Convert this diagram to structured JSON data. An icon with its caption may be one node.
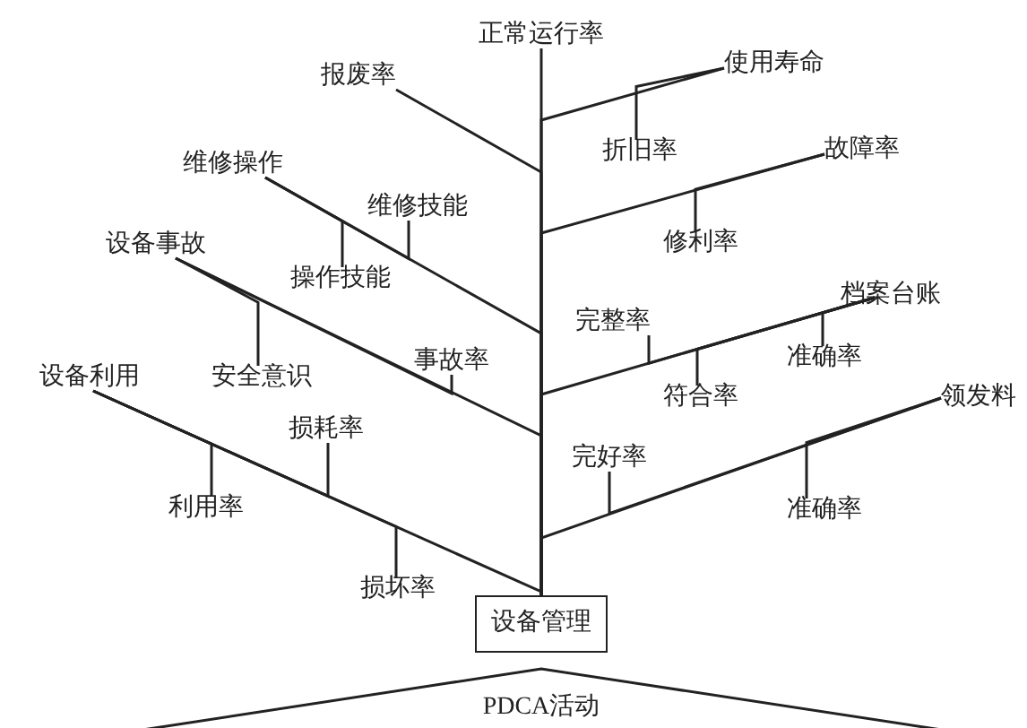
{
  "diagram": {
    "nodes": [
      {
        "text": [
          "正常运行率"
        ]
      },
      {
        "text": [
          "报废率"
        ]
      },
      {
        "text": [
          "使用寿命"
        ]
      },
      {
        "text": [
          "折旧率"
        ]
      },
      {
        "text": [
          "故障率"
        ]
      },
      {
        "text": [
          "维修操作"
        ]
      },
      {
        "text": [
          "修利率"
        ]
      },
      {
        "text": [
          "维修技能"
        ]
      },
      {
        "text": [
          "设备事故"
        ]
      },
      {
        "text": [
          "操作技能"
        ]
      },
      {
        "text": [
          "档案台账"
        ]
      },
      {
        "text": [
          "完整率"
        ]
      },
      {
        "text": [
          "准确率"
        ]
      },
      {
        "text": [
          "事故率"
        ]
      },
      {
        "text": [
          "安全意识"
        ]
      },
      {
        "text": [
          "设备利用"
        ]
      },
      {
        "text": [
          "符合率"
        ]
      },
      {
        "text": [
          "领发料"
        ]
      },
      {
        "text": [
          "损耗率"
        ]
      },
      {
        "text": [
          "完好率"
        ]
      },
      {
        "text": [
          "准确率"
        ]
      },
      {
        "text": [
          "利用率"
        ]
      },
      {
        "text": [
          "损坏率"
        ]
      },
      {
        "text": [
          "设备管理"
        ]
      }
    ],
    "edges": [
      {
        "from": 23,
        "to": 0,
        "arrow": "none"
      },
      {
        "from": 1,
        "to": 23,
        "arrow": "none"
      },
      {
        "from": 2,
        "to": 23,
        "arrow": "none"
      },
      {
        "from": 3,
        "to": 2,
        "arrow": "none"
      },
      {
        "from": 4,
        "to": 23,
        "arrow": "none"
      },
      {
        "from": 5,
        "to": 23,
        "arrow": "none"
      },
      {
        "from": 6,
        "to": 4,
        "arrow": "none"
      },
      {
        "from": 7,
        "to": 5,
        "arrow": "none"
      },
      {
        "from": 8,
        "to": 23,
        "arrow": "none"
      },
      {
        "from": 9,
        "to": 5,
        "arrow": "none"
      },
      {
        "from": 10,
        "to": 23,
        "arrow": "none"
      },
      {
        "from": 11,
        "to": 10,
        "arrow": "none"
      },
      {
        "from": 12,
        "to": 10,
        "arrow": "none"
      },
      {
        "from": 13,
        "to": 8,
        "arrow": "none"
      },
      {
        "from": 14,
        "to": 8,
        "arrow": "none"
      },
      {
        "from": 15,
        "to": 23,
        "arrow": "none"
      },
      {
        "from": 16,
        "to": 10,
        "arrow": "none"
      },
      {
        "from": 17,
        "to": 23,
        "arrow": "none"
      },
      {
        "from": 18,
        "to": 15,
        "arrow": "none"
      },
      {
        "from": 19,
        "to": 17,
        "arrow": "none"
      },
      {
        "from": 20,
        "to": 17,
        "arrow": "none"
      },
      {
        "from": 21,
        "to": 15,
        "arrow": "none"
      },
      {
        "from": 22,
        "to": 15,
        "arrow": "none"
      }
    ],
    "labels": [
      "PDCA活动"
    ]
  }
}
